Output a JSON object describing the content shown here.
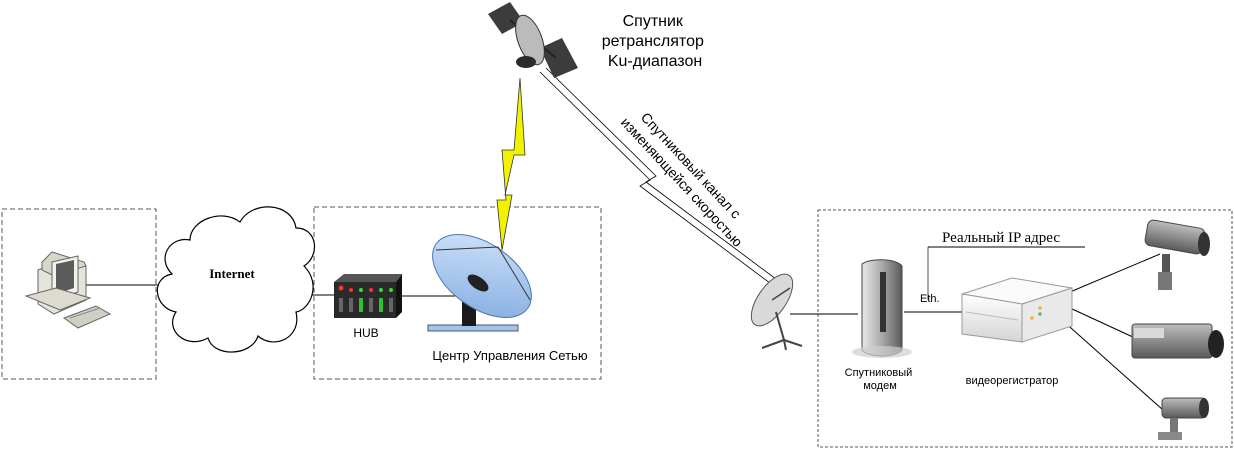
{
  "diagram": {
    "satellite_label": [
      "Спутник",
      "ретранслятор",
      "Ku-диапазон"
    ],
    "channel_label": [
      "Спутниковый канал с",
      "изменяющейся скоростью"
    ],
    "internet_label": "Internet",
    "hub_label": "HUB",
    "ncc_label": "Центр Управления Сетью",
    "ip_label": "Реальный IP адрес",
    "eth_label": "Eth.",
    "modem_label": [
      "Спутниковый",
      "модем"
    ],
    "dvr_label": "видеорегистратор"
  },
  "colors": {
    "lightning": "#f2f200",
    "dish": "#9cc3f0",
    "hub_body": "#2a2a2a",
    "dvr_body": "#f2f2f2"
  }
}
